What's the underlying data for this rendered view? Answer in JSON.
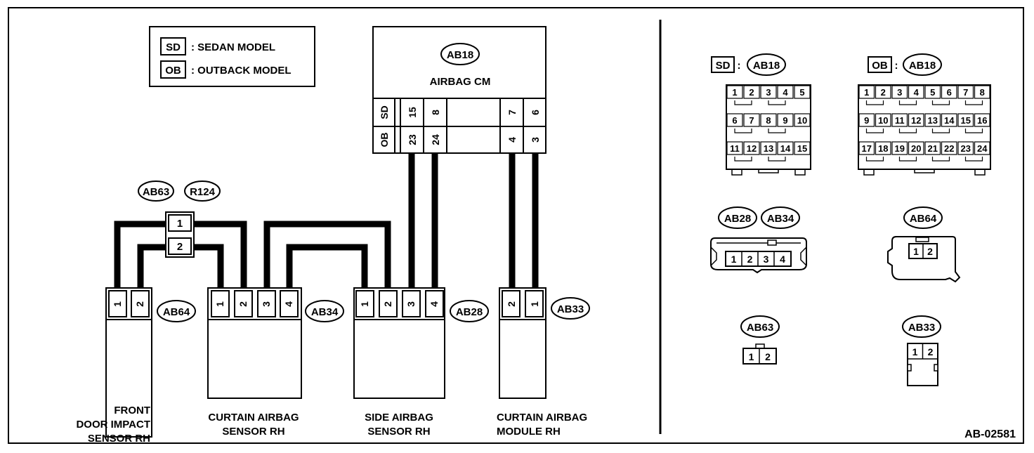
{
  "legend": {
    "items": [
      {
        "code": "SD",
        "text": ": SEDAN MODEL"
      },
      {
        "code": "OB",
        "text": ": OUTBACK MODEL"
      }
    ]
  },
  "modules": {
    "airbag_cm": {
      "tag": "AB18",
      "name": "AIRBAG CM",
      "row_labels": [
        "SD",
        "OB"
      ],
      "sd_pins": [
        "15",
        "8",
        "7",
        "6"
      ],
      "ob_pins": [
        "23",
        "24",
        "4",
        "3"
      ]
    },
    "inline_connector": {
      "tags": [
        "AB63",
        "R124"
      ],
      "pins": [
        "1",
        "2"
      ]
    },
    "front_door_sensor": {
      "tag": "AB64",
      "pins": [
        "1",
        "2"
      ],
      "name": [
        "FRONT",
        "DOOR IMPACT",
        "SENSOR RH"
      ]
    },
    "curtain_sensor": {
      "tag": "AB34",
      "pins": [
        "1",
        "2",
        "3",
        "4"
      ],
      "name": [
        "CURTAIN AIRBAG",
        "SENSOR RH"
      ]
    },
    "side_sensor": {
      "tag": "AB28",
      "pins": [
        "1",
        "2",
        "3",
        "4"
      ],
      "name": [
        "SIDE AIRBAG",
        "SENSOR RH"
      ]
    },
    "curtain_module": {
      "tag": "AB33",
      "pins": [
        "2",
        "1"
      ],
      "name": [
        "CURTAIN AIRBAG",
        "MODULE RH"
      ]
    }
  },
  "connector_views": {
    "sd_ab18": {
      "model": "SD",
      "colon": ":",
      "tag": "AB18",
      "rows": [
        [
          "1",
          "2",
          "3",
          "4",
          "5"
        ],
        [
          "6",
          "7",
          "8",
          "9",
          "10"
        ],
        [
          "11",
          "12",
          "13",
          "14",
          "15"
        ]
      ]
    },
    "ob_ab18": {
      "model": "OB",
      "colon": ":",
      "tag": "AB18",
      "rows": [
        [
          "1",
          "2",
          "3",
          "4",
          "5",
          "6",
          "7",
          "8"
        ],
        [
          "9",
          "10",
          "11",
          "12",
          "13",
          "14",
          "15",
          "16"
        ],
        [
          "17",
          "18",
          "19",
          "20",
          "21",
          "22",
          "23",
          "24"
        ]
      ]
    },
    "ab28_ab34": {
      "tags": [
        "AB28",
        "AB34"
      ],
      "pins": [
        "1",
        "2",
        "3",
        "4"
      ]
    },
    "ab64": {
      "tag": "AB64",
      "pins": [
        "1",
        "2"
      ]
    },
    "ab63": {
      "tag": "AB63",
      "pins": [
        "1",
        "2"
      ]
    },
    "ab33": {
      "tag": "AB33",
      "pins": [
        "1",
        "2"
      ]
    }
  },
  "figure_id": "AB-02581"
}
